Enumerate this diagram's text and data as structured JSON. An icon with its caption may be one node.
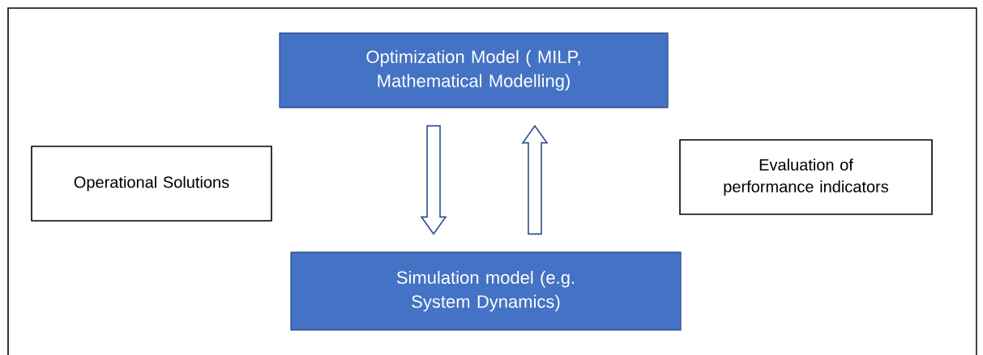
{
  "diagram": {
    "nodes": [
      {
        "text": [
          "Optimization Model ( MILP, Mathematical Modelling)"
        ]
      },
      {
        "text": [
          "Operational Solutions"
        ]
      },
      {
        "text": [
          "Evaluation of performance indicators"
        ]
      },
      {
        "text": [
          "Simulation model (e.g. System Dynamics)"
        ]
      }
    ],
    "edges": [
      {
        "from": 0,
        "to": 3,
        "arrow": "to"
      },
      {
        "from": 3,
        "to": 0,
        "arrow": "to"
      }
    ]
  }
}
